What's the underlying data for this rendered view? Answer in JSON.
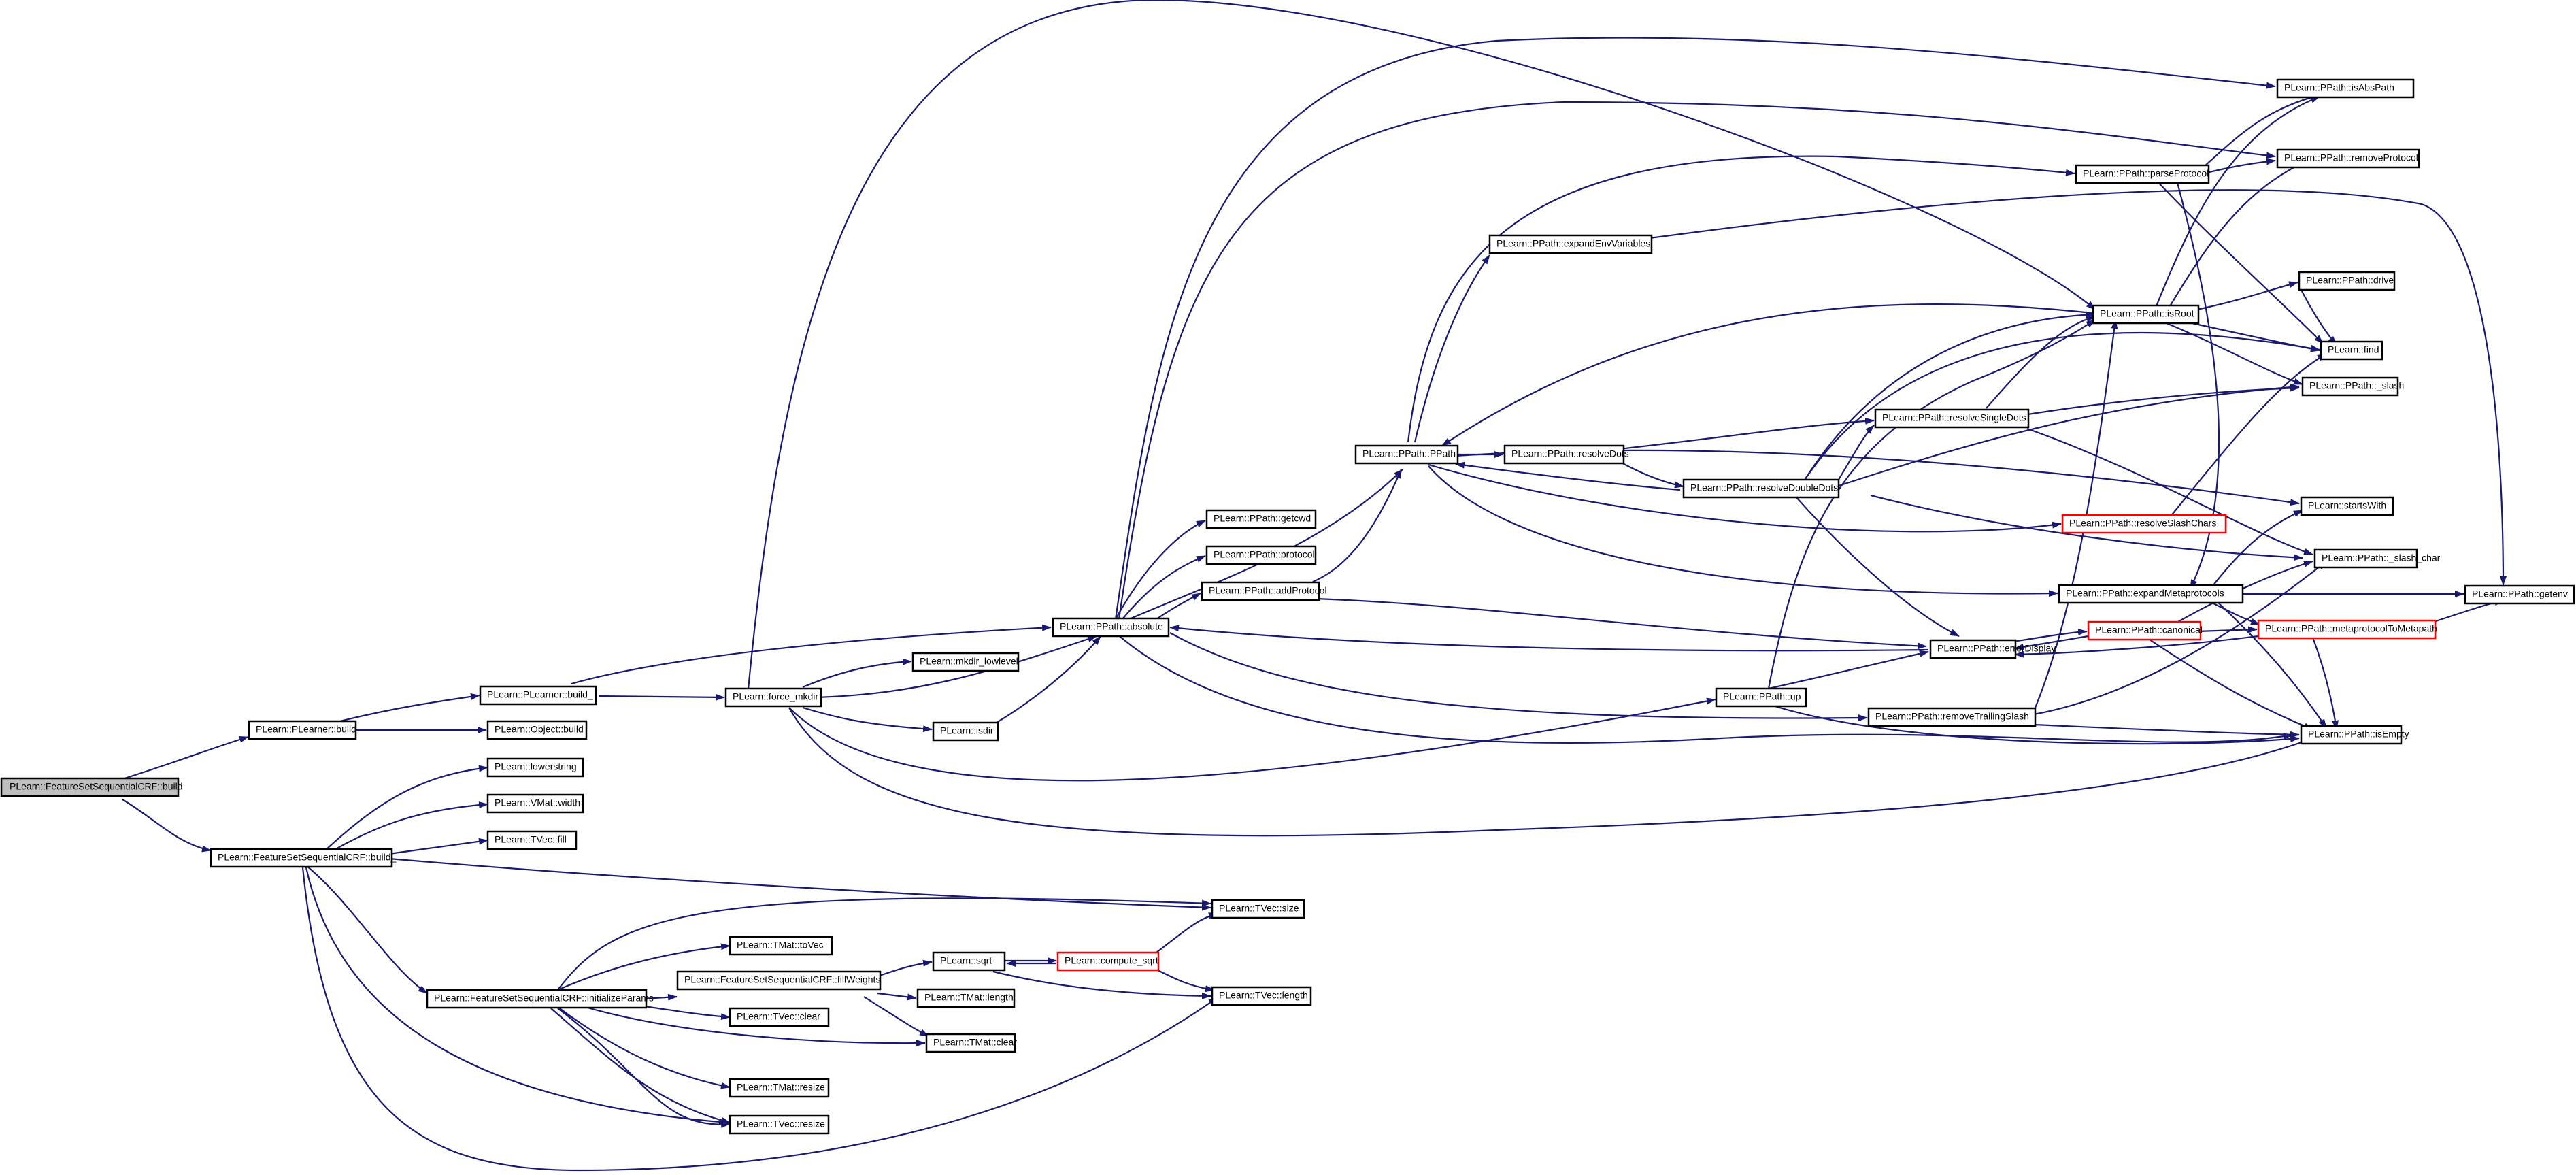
{
  "colors": {
    "edge": "#191970",
    "node_border": "#000000",
    "truncated_border": "#ff0000",
    "root_fill": "#bfbfbf",
    "node_fill": "#ffffff"
  },
  "nodes": [
    {
      "id": "n_root",
      "label": "PLearn::FeatureSetSequentialCRF::build",
      "style": "root"
    },
    {
      "id": "n_build",
      "label": "PLearn::PLearner::build"
    },
    {
      "id": "n_fbuild_",
      "label": "PLearn::FeatureSetSequentialCRF::build_"
    },
    {
      "id": "n_plbuild_",
      "label": "PLearn::PLearner::build_"
    },
    {
      "id": "n_objbuild",
      "label": "PLearn::Object::build"
    },
    {
      "id": "n_lowerstring",
      "label": "PLearn::lowerstring"
    },
    {
      "id": "n_vwidth",
      "label": "PLearn::VMat::width"
    },
    {
      "id": "n_tvfill",
      "label": "PLearn::TVec::fill"
    },
    {
      "id": "n_initparams",
      "label": "PLearn::FeatureSetSequentialCRF::initializeParams"
    },
    {
      "id": "n_tovec",
      "label": "PLearn::TMat::toVec"
    },
    {
      "id": "n_fillw",
      "label": "PLearn::FeatureSetSequentialCRF::fillWeights"
    },
    {
      "id": "n_tvclear",
      "label": "PLearn::TVec::clear"
    },
    {
      "id": "n_tmclear",
      "label": "PLearn::TMat::clear"
    },
    {
      "id": "n_tmresize",
      "label": "PLearn::TMat::resize"
    },
    {
      "id": "n_tvresize",
      "label": "PLearn::TVec::resize"
    },
    {
      "id": "n_sqrt",
      "label": "PLearn::sqrt"
    },
    {
      "id": "n_csqrt",
      "label": "PLearn::compute_sqrt",
      "style": "red"
    },
    {
      "id": "n_tmlength",
      "label": "PLearn::TMat::length"
    },
    {
      "id": "n_tvsize",
      "label": "PLearn::TVec::size"
    },
    {
      "id": "n_tvlength",
      "label": "PLearn::TVec::length"
    },
    {
      "id": "n_forcemk",
      "label": "PLearn::force_mkdir"
    },
    {
      "id": "n_mkdirlow",
      "label": "PLearn::mkdir_lowlevel"
    },
    {
      "id": "n_isdir",
      "label": "PLearn::isdir"
    },
    {
      "id": "n_absolute",
      "label": "PLearn::PPath::absolute"
    },
    {
      "id": "n_getcwd",
      "label": "PLearn::PPath::getcwd"
    },
    {
      "id": "n_protocol",
      "label": "PLearn::PPath::protocol"
    },
    {
      "id": "n_addproto",
      "label": "PLearn::PPath::addProtocol"
    },
    {
      "id": "n_ppath",
      "label": "PLearn::PPath::PPath"
    },
    {
      "id": "n_expandenv",
      "label": "PLearn::PPath::expandEnvVariables"
    },
    {
      "id": "n_resolvedots",
      "label": "PLearn::PPath::resolveDots"
    },
    {
      "id": "n_resolvedd",
      "label": "PLearn::PPath::resolveDoubleDots"
    },
    {
      "id": "n_resolvesd",
      "label": "PLearn::PPath::resolveSingleDots"
    },
    {
      "id": "n_up",
      "label": "PLearn::PPath::up"
    },
    {
      "id": "n_errdisp",
      "label": "PLearn::PPath::errorDisplay"
    },
    {
      "id": "n_removetrail",
      "label": "PLearn::PPath::removeTrailingSlash"
    },
    {
      "id": "n_parseproto",
      "label": "PLearn::PPath::parseProtocol"
    },
    {
      "id": "n_isroot",
      "label": "PLearn::PPath::isRoot"
    },
    {
      "id": "n_resolveslash",
      "label": "PLearn::PPath::resolveSlashChars",
      "style": "red"
    },
    {
      "id": "n_expandmeta",
      "label": "PLearn::PPath::expandMetaprotocols"
    },
    {
      "id": "n_canonical",
      "label": "PLearn::PPath::canonical",
      "style": "red"
    },
    {
      "id": "n_isabs",
      "label": "PLearn::PPath::isAbsPath"
    },
    {
      "id": "n_removeproto",
      "label": "PLearn::PPath::removeProtocol"
    },
    {
      "id": "n_drive",
      "label": "PLearn::PPath::drive"
    },
    {
      "id": "n_find",
      "label": "PLearn::find"
    },
    {
      "id": "n_slash",
      "label": "PLearn::PPath::_slash"
    },
    {
      "id": "n_startswith",
      "label": "PLearn::startsWith"
    },
    {
      "id": "n_slashchar",
      "label": "PLearn::PPath::_slash_char"
    },
    {
      "id": "n_metatometa",
      "label": "PLearn::PPath::metaprotocolToMetapath",
      "style": "red"
    },
    {
      "id": "n_isempty",
      "label": "PLearn::PPath::isEmpty"
    },
    {
      "id": "n_getenv",
      "label": "PLearn::PPath::getenv"
    }
  ]
}
